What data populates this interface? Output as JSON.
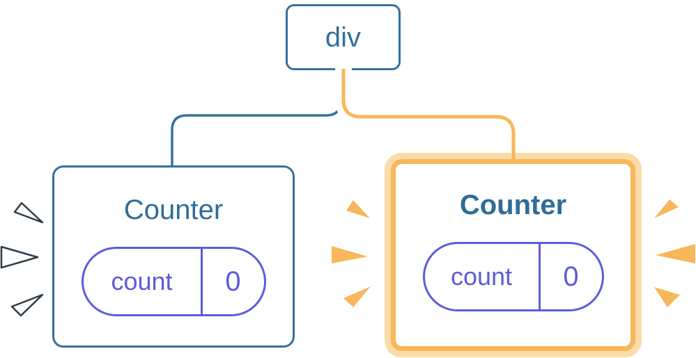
{
  "diagram": {
    "description": "React component tree: a div root with two Counter children; the second Counter is highlighted as re-rendered",
    "root": {
      "label": "div"
    },
    "children": [
      {
        "title": "Counter",
        "highlighted": false,
        "state_pill": {
          "key": "count",
          "value": "0"
        },
        "burst": "white-spark-burst"
      },
      {
        "title": "Counter",
        "highlighted": true,
        "state_pill": {
          "key": "count",
          "value": "0"
        },
        "burst": "orange-spark-burst"
      }
    ]
  },
  "colors": {
    "node_border_blue": "#35719C",
    "title_text_blue": "#2E6D96",
    "pill_indigo": "#5C5CDB",
    "highlight_orange": "#F8B75A",
    "highlight_pale_orange": "#FBDCA8",
    "white_spark_outline": "#2D3C47",
    "background": "#FFFFFF"
  },
  "icons": {
    "left_burst": "white-spark-burst",
    "right_burst": "orange-spark-burst"
  }
}
